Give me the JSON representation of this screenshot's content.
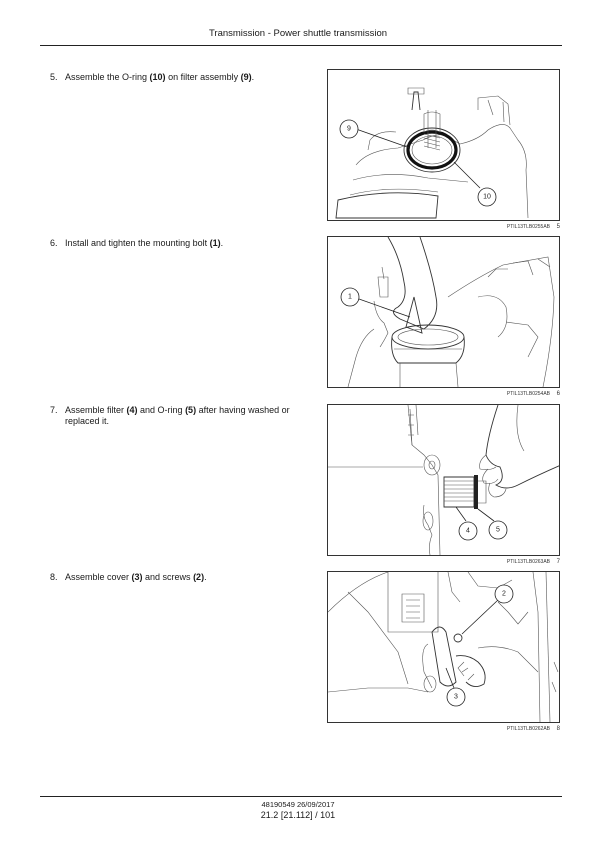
{
  "header": {
    "title": "Transmission - Power shuttle transmission"
  },
  "steps": [
    {
      "number": "5.",
      "pre": "Assemble the O-ring ",
      "b1": "(10)",
      "mid": " on filter assembly ",
      "b2": "(9)",
      "post": ".",
      "figure": {
        "code": "PTIL13TLB0255AB",
        "num": "5",
        "callouts": [
          "9",
          "10"
        ]
      }
    },
    {
      "number": "6.",
      "pre": "Install and tighten the mounting bolt ",
      "b1": "(1)",
      "post": ".",
      "figure": {
        "code": "PTIL13TLB0254AB",
        "num": "6",
        "callouts": [
          "1"
        ]
      }
    },
    {
      "number": "7.",
      "pre": "Assemble filter ",
      "b1": "(4)",
      "mid": " and O-ring ",
      "b2": "(5)",
      "post": " after having washed or replaced it.",
      "figure": {
        "code": "PTIL13TLB0263AB",
        "num": "7",
        "callouts": [
          "4",
          "5"
        ]
      }
    },
    {
      "number": "8.",
      "pre": "Assemble cover ",
      "b1": "(3)",
      "mid": " and screws ",
      "b2": "(2)",
      "post": ".",
      "figure": {
        "code": "PTIL13TLB0262AB",
        "num": "8",
        "callouts": [
          "2",
          "3"
        ]
      }
    }
  ],
  "footer": {
    "doc": "48190549 26/09/2017",
    "page": "21.2 [21.112] / 101"
  }
}
